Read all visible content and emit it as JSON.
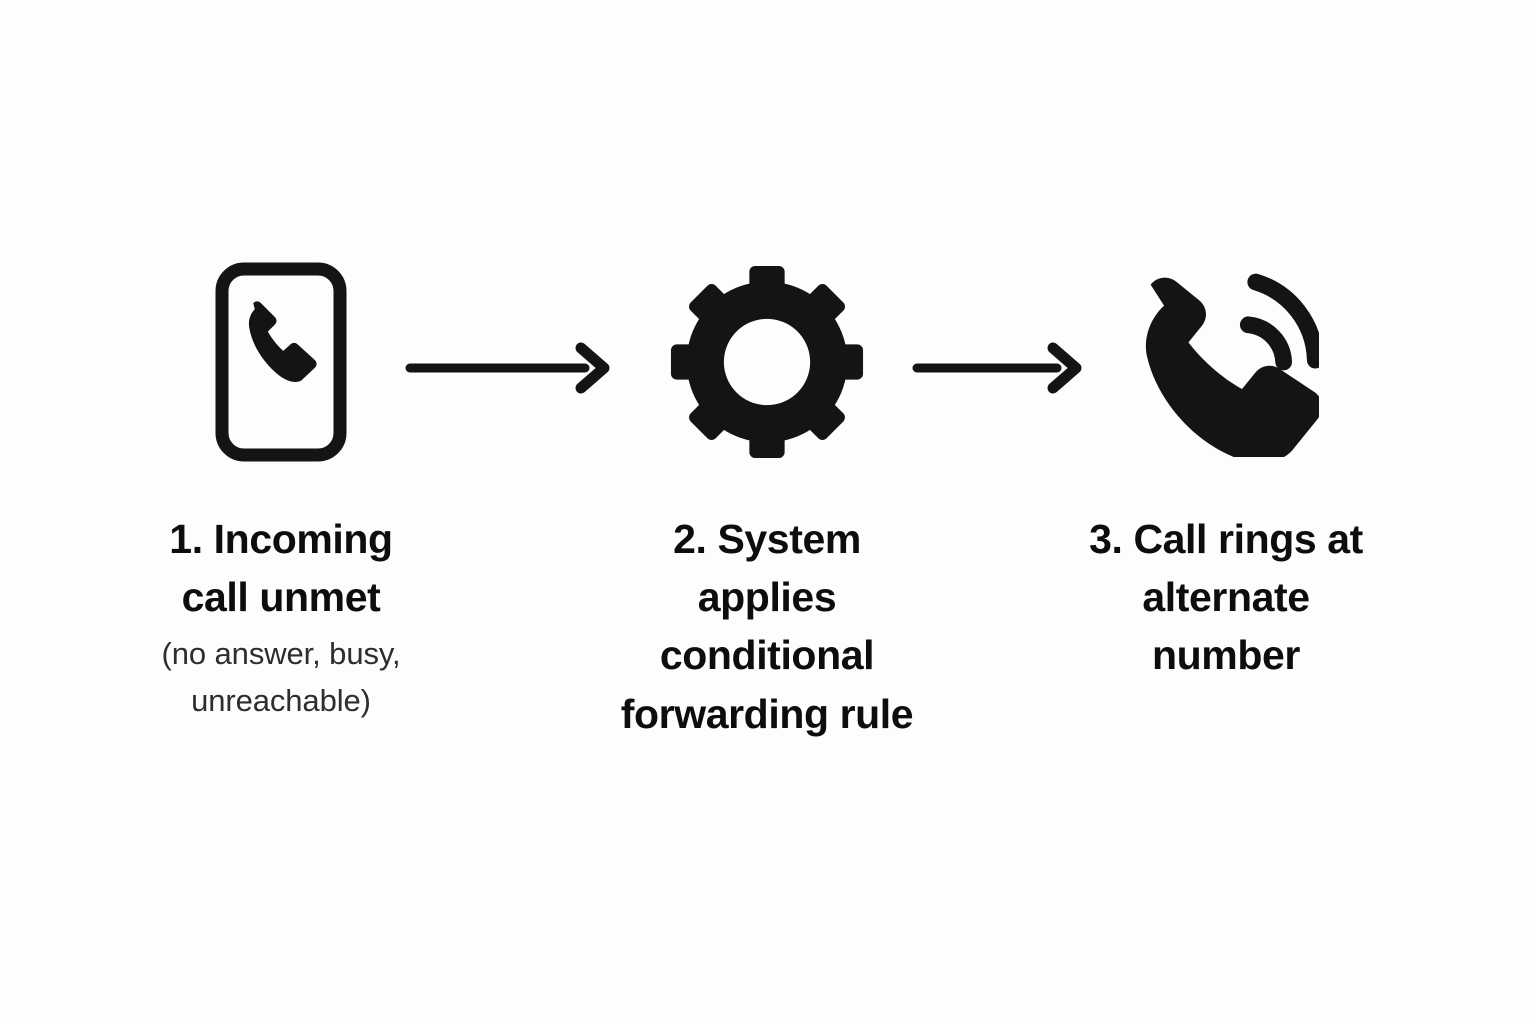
{
  "page": {
    "background_color": "#fdfdfd",
    "foreground_color": "#0d0d0d",
    "subtext_color": "#2e2e30",
    "type": "process-flow-diagram"
  },
  "flow": {
    "steps": [
      {
        "index": "1",
        "icon": "smartphone-incoming-call-icon",
        "title": "1. Incoming\ncall unmet",
        "subtitle": "(no answer, busy,\nunreachable)"
      },
      {
        "index": "2",
        "icon": "gear-settings-icon",
        "title": "2. System applies\nconditional\nforwarding rule",
        "subtitle": ""
      },
      {
        "index": "3",
        "icon": "ringing-phone-icon",
        "title": "3. Call rings at\nalternate\nnumber",
        "subtitle": ""
      }
    ],
    "connectors": [
      {
        "name": "arrow-step1-to-step2",
        "icon": "arrow-right-icon"
      },
      {
        "name": "arrow-step2-to-step3",
        "icon": "arrow-right-icon"
      }
    ]
  }
}
